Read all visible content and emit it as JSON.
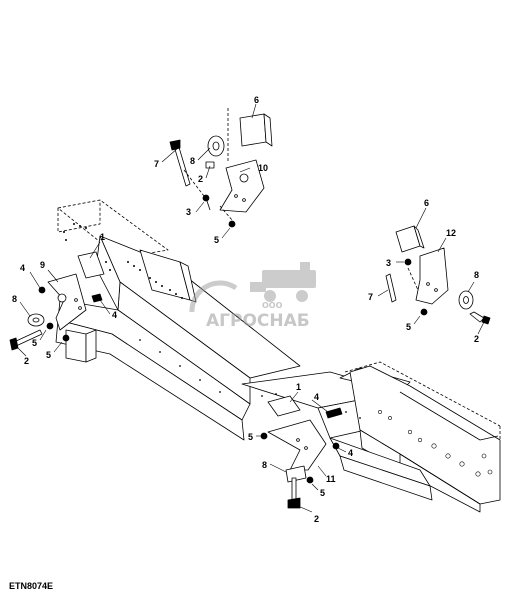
{
  "figure_code": "ETN8074E",
  "watermark": {
    "prefix": "ООО",
    "name": "АГРОСНАБ"
  },
  "callouts": [
    {
      "id": "c6a",
      "text": "6"
    },
    {
      "id": "c7a",
      "text": "7"
    },
    {
      "id": "c8a",
      "text": "8"
    },
    {
      "id": "c2a",
      "text": "2"
    },
    {
      "id": "c10",
      "text": "10"
    },
    {
      "id": "c3a",
      "text": "3"
    },
    {
      "id": "c5a",
      "text": "5"
    },
    {
      "id": "c1a",
      "text": "1"
    },
    {
      "id": "c4a",
      "text": "4"
    },
    {
      "id": "c9",
      "text": "9"
    },
    {
      "id": "c8b",
      "text": "8"
    },
    {
      "id": "c4b",
      "text": "4"
    },
    {
      "id": "c5b",
      "text": "5"
    },
    {
      "id": "c5c",
      "text": "5"
    },
    {
      "id": "c2b",
      "text": "2"
    },
    {
      "id": "c6b",
      "text": "6"
    },
    {
      "id": "c12",
      "text": "12"
    },
    {
      "id": "c3b",
      "text": "3"
    },
    {
      "id": "c8c",
      "text": "8"
    },
    {
      "id": "c7b",
      "text": "7"
    },
    {
      "id": "c5d",
      "text": "5"
    },
    {
      "id": "c2c",
      "text": "2"
    },
    {
      "id": "c1b",
      "text": "1"
    },
    {
      "id": "c4c",
      "text": "4"
    },
    {
      "id": "c5e",
      "text": "5"
    },
    {
      "id": "c4d",
      "text": "4"
    },
    {
      "id": "c8d",
      "text": "8"
    },
    {
      "id": "c11",
      "text": "11"
    },
    {
      "id": "c5f",
      "text": "5"
    },
    {
      "id": "c2d",
      "text": "2"
    }
  ]
}
